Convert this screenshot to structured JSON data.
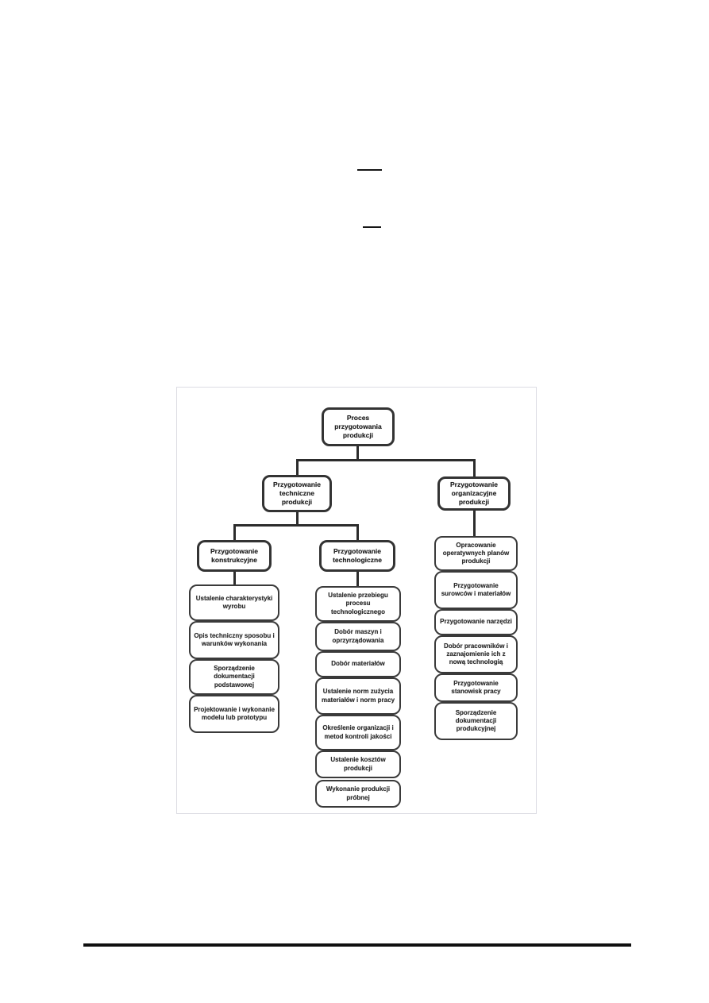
{
  "page": {
    "kind": "scanned-document-page"
  },
  "colors": {
    "ink": "#2c2c2c",
    "box_border": "#3a3a3a",
    "scan_frame": "#dcdce3"
  },
  "diagram": {
    "root_label": "Proces przygotowania produkcji",
    "technical": {
      "label": "Przygotowanie techniczne produkcji",
      "construction": {
        "label": "Przygotowanie konstrukcyjne",
        "steps": [
          "Ustalenie charakterystyki wyrobu",
          "Opis techniczny sposobu i warunków wykonania",
          "Sporządzenie dokumentacji podstawowej",
          "Projektowanie i wykonanie modelu lub prototypu"
        ]
      },
      "technological": {
        "label": "Przygotowanie technologiczne",
        "steps": [
          "Ustalenie przebiegu procesu technologicznego",
          "Dobór maszyn i oprzyrządowania",
          "Dobór materiałów",
          "Ustalenie norm zużycia materiałów i norm pracy",
          "Określenie organizacji i metod kontroli jakości",
          "Ustalenie kosztów produkcji",
          "Wykonanie produkcji próbnej"
        ]
      }
    },
    "organizational": {
      "label": "Przygotowanie organizacyjne produkcji",
      "steps": [
        "Opracowanie operatywnych planów produkcji",
        "Przygotowanie surowców i materiałów",
        "Przygotowanie narzędzi",
        "Dobór pracowników i zaznajomienie ich z nową technologią",
        "Przygotowanie stanowisk pracy",
        "Sporządzenie dokumentacji produkcyjnej"
      ]
    }
  }
}
